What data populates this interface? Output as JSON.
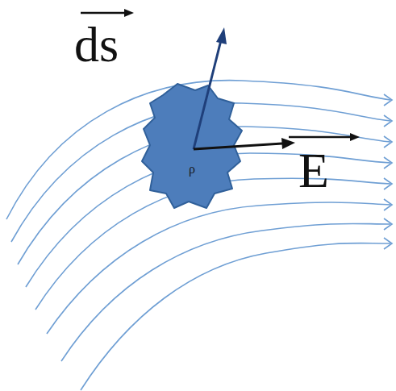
{
  "diagram": {
    "nodes": [
      {
        "text": [
          "ρ"
        ]
      }
    ],
    "labels": [
      "ds",
      "E"
    ]
  }
}
